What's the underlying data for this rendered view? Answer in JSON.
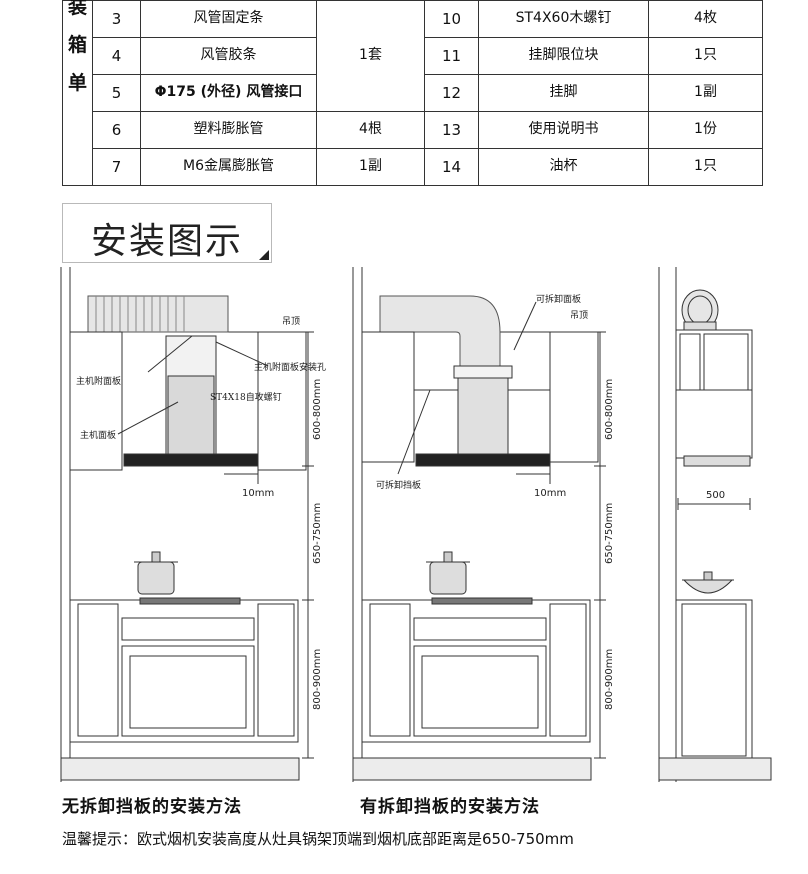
{
  "packing_list": {
    "side_label": [
      "装",
      "箱",
      "单"
    ],
    "rows": [
      {
        "left_no": "3",
        "left_item": "风管固定条",
        "left_qty": "1套",
        "right_no": "10",
        "right_item": "ST4X60木螺钉",
        "right_qty": "4枚"
      },
      {
        "left_no": "4",
        "left_item": "风管胶条",
        "left_qty": "",
        "right_no": "11",
        "right_item": "挂脚限位块",
        "right_qty": "1只"
      },
      {
        "left_no": "5",
        "left_item": "Φ175 (外径) 风管接口",
        "left_qty": "",
        "right_no": "12",
        "right_item": "挂脚",
        "right_qty": "1副"
      },
      {
        "left_no": "6",
        "left_item": "塑料膨胀管",
        "left_qty": "4根",
        "right_no": "13",
        "right_item": "使用说明书",
        "right_qty": "1份"
      },
      {
        "left_no": "7",
        "left_item": "M6金属膨胀管",
        "left_qty": "1副",
        "right_no": "14",
        "right_item": "油杯",
        "right_qty": "1只"
      }
    ]
  },
  "section_title": "安装图示",
  "diagram_left": {
    "labels": {
      "ceiling": "吊顶",
      "mount_hole": "主机附面板安装孔",
      "side_panel": "主机附面板",
      "screw": "ST4X18自攻螺钉",
      "main_panel": "主机面板",
      "gap": "10mm",
      "dim_top": "600-800mm",
      "dim_mid": "650-750mm",
      "dim_bottom": "800-900mm"
    },
    "caption": "无拆卸挡板的安装方法"
  },
  "diagram_middle": {
    "labels": {
      "ceiling": "吊顶",
      "removable_top": "可拆卸面板",
      "removable_bottom": "可拆卸挡板",
      "gap": "10mm",
      "dim_top": "600-800mm",
      "dim_mid": "650-750mm",
      "dim_bottom": "800-900mm"
    },
    "caption": "有拆卸挡板的安装方法"
  },
  "diagram_right": {
    "labels": {
      "depth": "500"
    }
  },
  "tip": "温馨提示：欧式烟机安装高度从灶具锅架顶端到烟机底部距离是650-750mm"
}
